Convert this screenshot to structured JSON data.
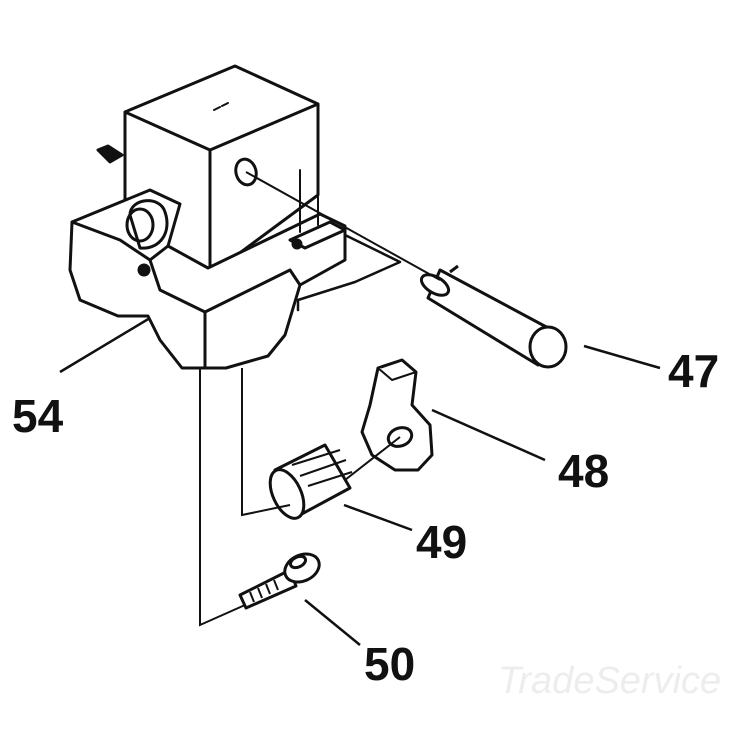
{
  "labels": {
    "part_47": "47",
    "part_48": "48",
    "part_49": "49",
    "part_50": "50",
    "part_54": "54"
  },
  "watermark": "TradeService",
  "colors": {
    "line": "#111111",
    "label": "#111111",
    "watermark": "#ededed",
    "background": "#ffffff"
  }
}
